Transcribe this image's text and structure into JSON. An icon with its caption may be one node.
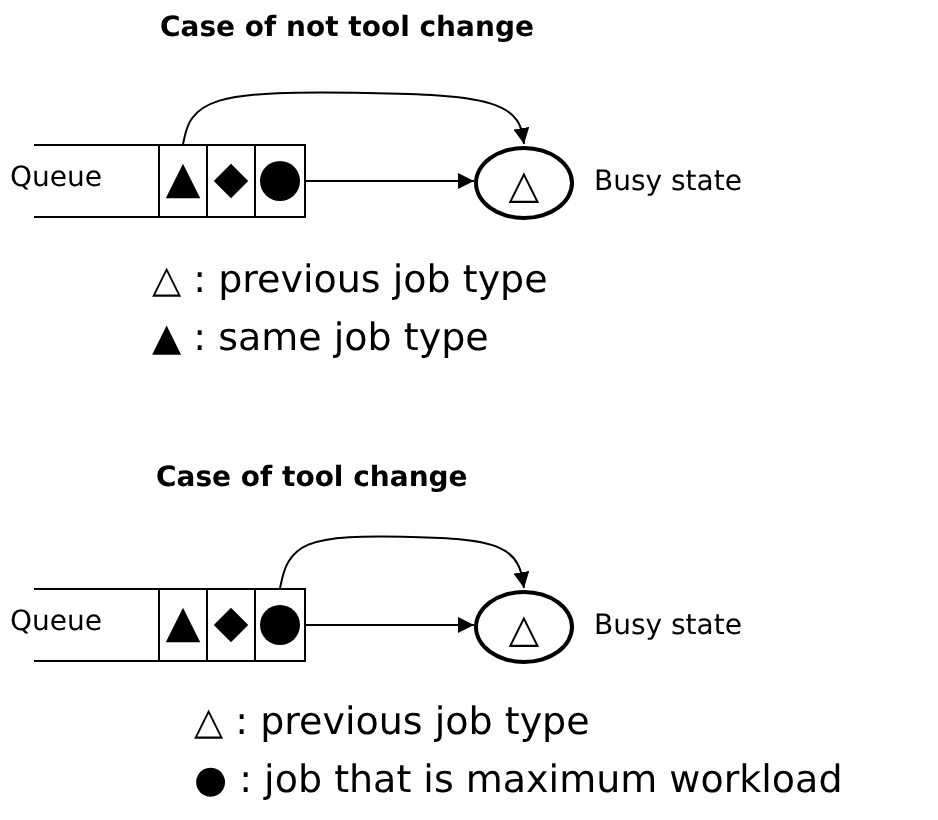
{
  "diagram": {
    "nodes": [
      {
        "text": [
          "Queue"
        ]
      },
      {
        "text": [],
        "shape": "triangle",
        "in": 0
      },
      {
        "text": [],
        "shape": "diamond",
        "in": 0
      },
      {
        "text": [],
        "shape": "circle",
        "in": 0
      },
      {
        "text": [
          "△"
        ],
        "beside": [
          "Busy state"
        ]
      },
      {
        "text": [
          "Queue"
        ]
      },
      {
        "text": [],
        "shape": "triangle",
        "in": 5
      },
      {
        "text": [],
        "shape": "diamond",
        "in": 5
      },
      {
        "text": [],
        "shape": "circle",
        "in": 5
      },
      {
        "text": [
          "△"
        ],
        "beside": [
          "Busy state"
        ]
      }
    ],
    "edges": [
      {
        "from": 1,
        "to": 4,
        "arrow": "to"
      },
      {
        "from": 3,
        "to": 4,
        "arrow": "to"
      },
      {
        "from": 8,
        "to": 9,
        "arrow": "to"
      },
      {
        "from": 8,
        "to": 9,
        "arrow": "to"
      }
    ],
    "labels": [
      "Case of not tool change",
      "△ : previous job type",
      "▲ : same job type",
      "Case of tool change",
      "△ : previous job type",
      "● : job that is maximum workload"
    ]
  }
}
